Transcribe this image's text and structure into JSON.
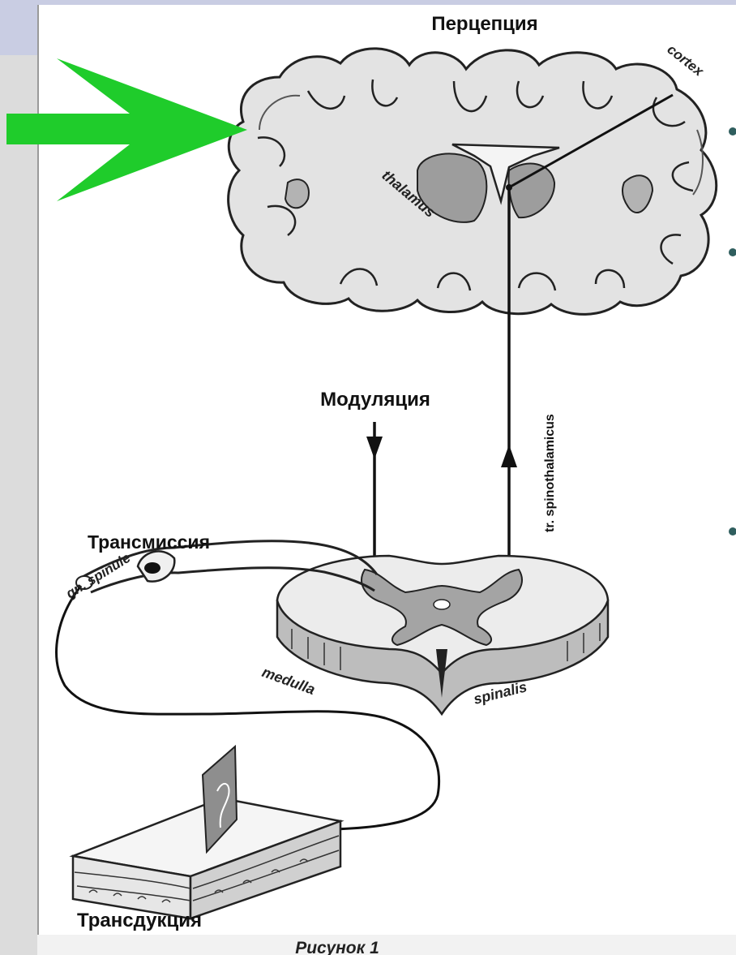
{
  "labels": {
    "perception": "Перцепция",
    "cortex": "cortex",
    "thalamus": "thalamus",
    "modulation": "Модуляция",
    "tract": "tr. spinothalamicus",
    "transmission": "Трансмиссия",
    "ganglion": "gn. spinule",
    "medulla": "medulla",
    "spinalis": "spinalis",
    "transduction": "Трансдукция",
    "caption": "Рисунок 1"
  },
  "colors": {
    "highlight_arrow": "#1fcc2b",
    "slide_header": "#c9cde3",
    "slide_sidebar": "#dcdcdc",
    "bullet": "#2f5e5e"
  }
}
